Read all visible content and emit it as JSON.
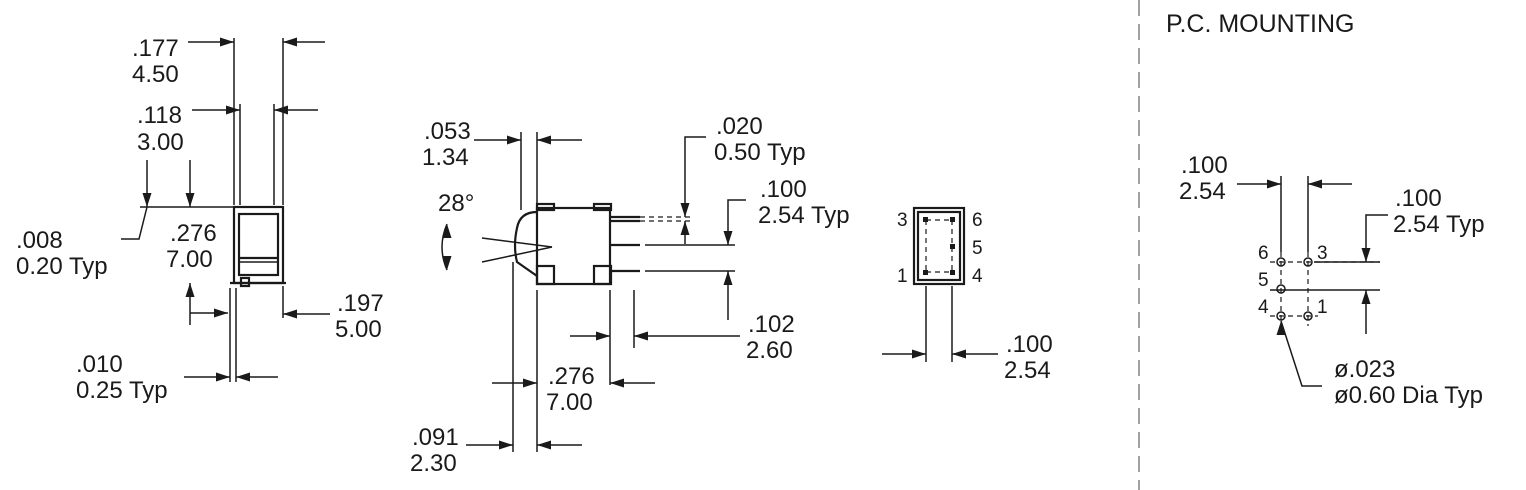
{
  "title": "P.C. MOUNTING",
  "side_view": {
    "d177_in": ".177",
    "d177_mm": "4.50",
    "d118_in": ".118",
    "d118_mm": "3.00",
    "d008_in": ".008",
    "d008_mm": "0.20 Typ",
    "d276_in": ".276",
    "d276_mm": "7.00",
    "d197_in": ".197",
    "d197_mm": "5.00",
    "d010_in": ".010",
    "d010_mm": "0.25 Typ"
  },
  "front_view": {
    "d053_in": ".053",
    "d053_mm": "1.34",
    "angle": "28°",
    "d020_in": ".020",
    "d020_mm": "0.50 Typ",
    "d100_in": ".100",
    "d100_mm": "2.54 Typ",
    "d102_in": ".102",
    "d102_mm": "2.60",
    "d276_in": ".276",
    "d276_mm": "7.00",
    "d091_in": ".091",
    "d091_mm": "2.30"
  },
  "bottom_view": {
    "pins": [
      "3",
      "6",
      "5",
      "1",
      "4"
    ],
    "d100_in": ".100",
    "d100_mm": "2.54"
  },
  "pc_mounting": {
    "d100a_in": ".100",
    "d100a_mm": "2.54",
    "d100b_in": ".100",
    "d100b_mm": "2.54 Typ",
    "pins": [
      "6",
      "3",
      "5",
      "4",
      "1"
    ],
    "hole_in": "ø.023",
    "hole_mm": "ø0.60 Dia Typ"
  }
}
